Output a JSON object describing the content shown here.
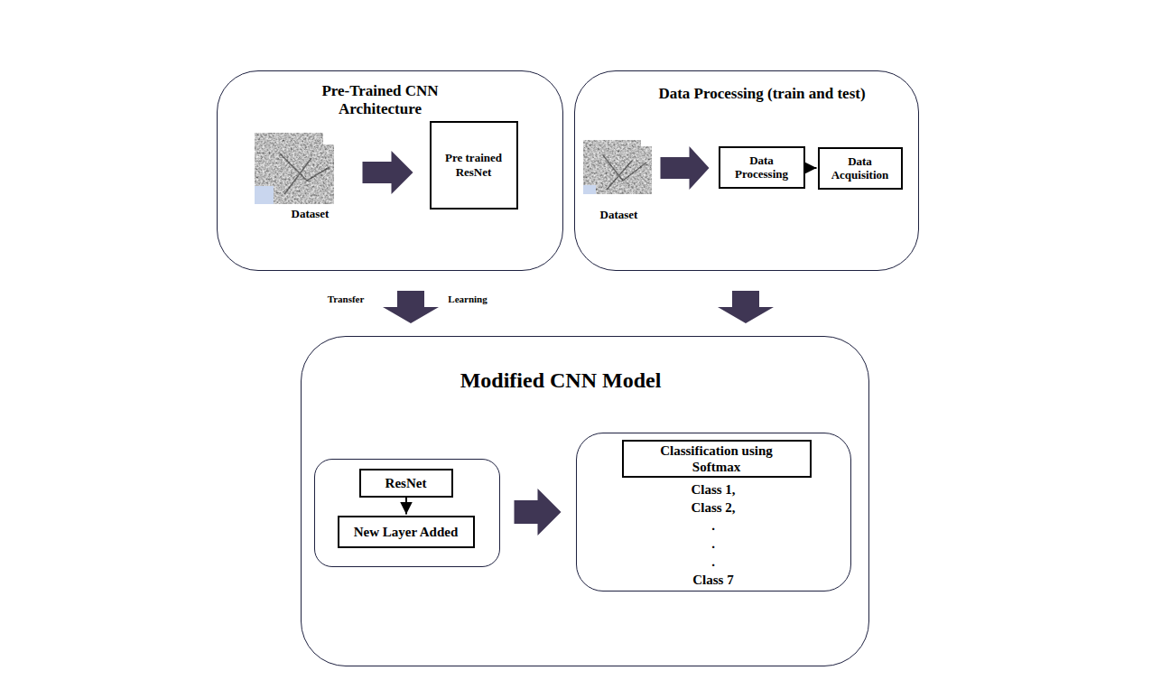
{
  "diagram": {
    "nodes": [
      {
        "text": [
          "Pre-Trained CNN Architecture"
        ]
      },
      {
        "text": [
          "Dataset"
        ],
        "in": 0
      },
      {
        "text": [
          "Pre trained ResNet"
        ],
        "in": 0
      },
      {
        "text": [
          "Data Processing (train and test)"
        ]
      },
      {
        "text": [
          "Dataset"
        ],
        "in": 3
      },
      {
        "text": [
          "Data Processing"
        ],
        "in": 3
      },
      {
        "text": [
          "Data Acquisition"
        ],
        "in": 3
      },
      {
        "text": [
          "Modified CNN Model"
        ]
      },
      {
        "text": [],
        "in": 7
      },
      {
        "text": [
          "ResNet"
        ],
        "in": 8
      },
      {
        "text": [
          "New Layer Added"
        ],
        "in": 8
      },
      {
        "text": [
          "Class 1,",
          "Class 2,",
          ".",
          ".",
          ".",
          "Class 7"
        ],
        "in": 7
      },
      {
        "text": [
          "Classification using Softmax"
        ],
        "in": 11
      }
    ],
    "edges": [
      {
        "from": 1,
        "to": 2,
        "arrow": "to"
      },
      {
        "from": 4,
        "to": 5,
        "arrow": "to"
      },
      {
        "from": 5,
        "to": 6,
        "arrow": "to"
      },
      {
        "from": 0,
        "to": 7,
        "arrow": "to"
      },
      {
        "from": 3,
        "to": 7,
        "arrow": "to"
      },
      {
        "from": 9,
        "to": 10,
        "arrow": "to"
      },
      {
        "from": 8,
        "to": 11,
        "arrow": "to"
      }
    ],
    "labels": [
      "Transfer",
      "Learning"
    ]
  }
}
